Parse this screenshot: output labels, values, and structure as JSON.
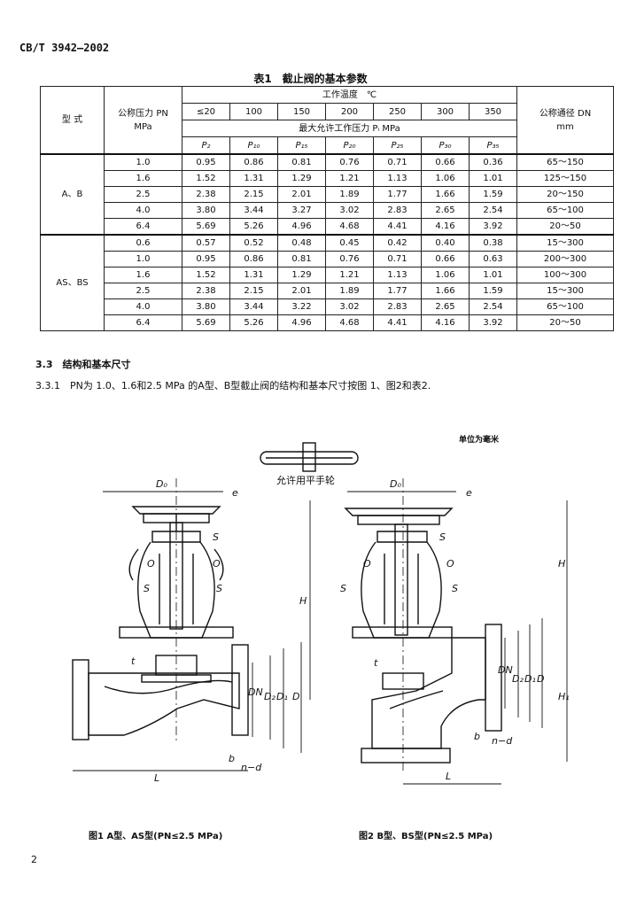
{
  "header": {
    "code": "CB/T 3942—2002"
  },
  "table": {
    "caption": "表1　截止阀的基本参数",
    "col_type": "型 式",
    "col_pn": "公称压力 PN",
    "col_pn_unit": "MPa",
    "temp_header": "工作温度　℃",
    "temps": [
      "≤20",
      "100",
      "150",
      "200",
      "250",
      "300",
      "350"
    ],
    "max_pressure_header": "最大允许工作压力 Pᵢ MPa",
    "pressure_symbols": [
      "P₂",
      "P₁₀",
      "P₁₅",
      "P₂₀",
      "P₂₅",
      "P₃₀",
      "P₃₅"
    ],
    "col_dn": "公称通径 DN",
    "col_dn_unit": "mm",
    "groups": [
      {
        "type": "A、B",
        "rows": [
          {
            "pn": "1.0",
            "p": [
              "0.95",
              "0.86",
              "0.81",
              "0.76",
              "0.71",
              "0.66",
              "0.36"
            ],
            "dn": "65～150"
          },
          {
            "pn": "1.6",
            "p": [
              "1.52",
              "1.31",
              "1.29",
              "1.21",
              "1.13",
              "1.06",
              "1.01"
            ],
            "dn": "125～150"
          },
          {
            "pn": "2.5",
            "p": [
              "2.38",
              "2.15",
              "2.01",
              "1.89",
              "1.77",
              "1.66",
              "1.59"
            ],
            "dn": "20～150"
          },
          {
            "pn": "4.0",
            "p": [
              "3.80",
              "3.44",
              "3.27",
              "3.02",
              "2.83",
              "2.65",
              "2.54"
            ],
            "dn": "65～100"
          },
          {
            "pn": "6.4",
            "p": [
              "5.69",
              "5.26",
              "4.96",
              "4.68",
              "4.41",
              "4.16",
              "3.92"
            ],
            "dn": "20～50"
          }
        ]
      },
      {
        "type": "AS、BS",
        "rows": [
          {
            "pn": "0.6",
            "p": [
              "0.57",
              "0.52",
              "0.48",
              "0.45",
              "0.42",
              "0.40",
              "0.38"
            ],
            "dn": "15～300"
          },
          {
            "pn": "1.0",
            "p": [
              "0.95",
              "0.86",
              "0.81",
              "0.76",
              "0.71",
              "0.66",
              "0.63"
            ],
            "dn": "200～300"
          },
          {
            "pn": "1.6",
            "p": [
              "1.52",
              "1.31",
              "1.29",
              "1.21",
              "1.13",
              "1.06",
              "1.01"
            ],
            "dn": "100～300"
          },
          {
            "pn": "2.5",
            "p": [
              "2.38",
              "2.15",
              "2.01",
              "1.89",
              "1.77",
              "1.66",
              "1.59"
            ],
            "dn": "15～300"
          },
          {
            "pn": "4.0",
            "p": [
              "3.80",
              "3.44",
              "3.22",
              "3.02",
              "2.83",
              "2.65",
              "2.54"
            ],
            "dn": "65～100"
          },
          {
            "pn": "6.4",
            "p": [
              "5.69",
              "5.26",
              "4.96",
              "4.68",
              "4.41",
              "4.16",
              "3.92"
            ],
            "dn": "20～50"
          }
        ]
      }
    ]
  },
  "section": {
    "heading": "3.3　结构和基本尺寸",
    "text": "3.3.1　PN为 1.0、1.6和2.5 MPa 的A型、B型截止阀的结构和基本尺寸按图 1、图2和表2."
  },
  "figure": {
    "unit_note": "单位为毫米",
    "handwheel_note": "允许用平手轮",
    "fig1_caption": "图1 A型、AS型(PN≤2.5 MPa)",
    "fig2_caption": "图2 B型、BS型(PN≤2.5 MPa)",
    "labels": {
      "D0": "D₀",
      "e": "e",
      "S": "S",
      "O": "O",
      "H": "H",
      "H1": "H₁",
      "DN": "DN",
      "D1": "D₁",
      "D2": "D₂",
      "D": "D",
      "t": "t",
      "b": "b",
      "L": "L",
      "n_d": "n−d"
    }
  },
  "page_number": "2"
}
